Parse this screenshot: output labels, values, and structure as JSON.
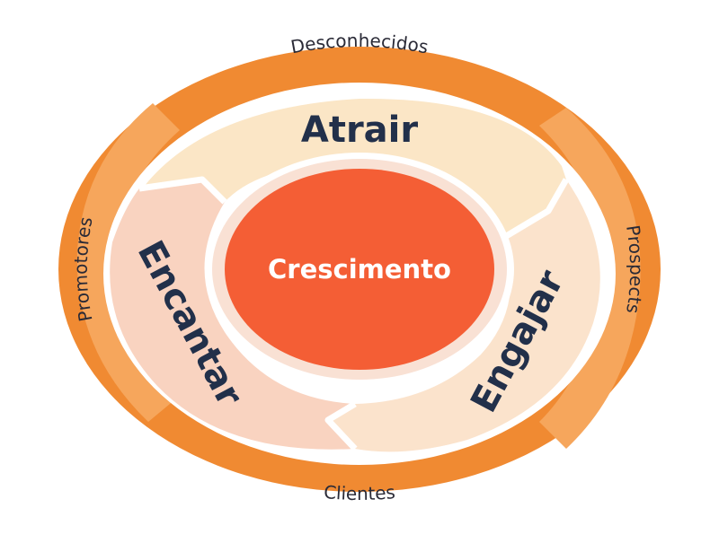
{
  "diagram": {
    "center": {
      "label": "Crescimento"
    },
    "stages": [
      {
        "label": "Atrair"
      },
      {
        "label": "Engajar"
      },
      {
        "label": "Encantar"
      }
    ],
    "outer_labels": [
      {
        "label": "Desconhecidos"
      },
      {
        "label": "Prospects"
      },
      {
        "label": "Clientes"
      },
      {
        "label": "Promotores"
      }
    ]
  },
  "colors": {
    "outer_ring": "#f08a32",
    "outer_ring_light": "#f6a65c",
    "stage_attract": "#fbe6c6",
    "stage_engage": "#fbe3cc",
    "stage_delight": "#f9d3c0",
    "center_circle": "#f45e35",
    "center_halo": "#f9e1d4",
    "text_dark": "#22304a"
  }
}
